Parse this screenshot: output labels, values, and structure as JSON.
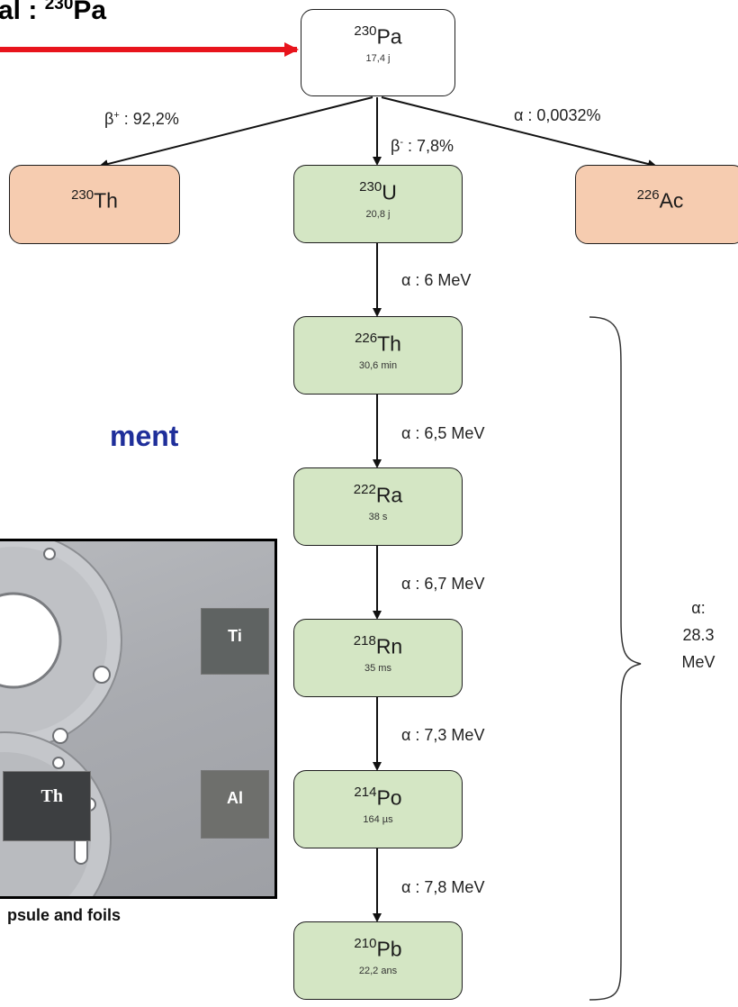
{
  "headings": {
    "top_prefix": "al : ",
    "top_sup": "230",
    "top_element": "Pa",
    "section": "ment"
  },
  "nodes": {
    "pa230": {
      "mass": "230",
      "element": "Pa",
      "half_life": "17,4 j"
    },
    "th230": {
      "mass": "230",
      "element": "Th"
    },
    "u230": {
      "mass": "230",
      "element": "U",
      "half_life": "20,8 j"
    },
    "ac226": {
      "mass": "226",
      "element": "Ac"
    },
    "th226": {
      "mass": "226",
      "element": "Th",
      "half_life": "30,6 min"
    },
    "ra222": {
      "mass": "222",
      "element": "Ra",
      "half_life": "38 s"
    },
    "rn218": {
      "mass": "218",
      "element": "Rn",
      "half_life": "35 ms"
    },
    "po214": {
      "mass": "214",
      "element": "Po",
      "half_life": "164 µs"
    },
    "pb210": {
      "mass": "210",
      "element": "Pb",
      "half_life": "22,2 ans"
    }
  },
  "labels": {
    "beta_plus_symbol": "β",
    "beta_plus_sup": "+",
    "beta_plus_value": " : 92,2%",
    "beta_minus_symbol": "β",
    "beta_minus_sup": "-",
    "beta_minus_value": " : 7,8%",
    "alpha_ac": "α : 0,0032%",
    "alpha_u_th": "α : 6 MeV",
    "alpha_th_ra": "α : 6,5 MeV",
    "alpha_ra_rn": "α : 6,7 MeV",
    "alpha_rn_po": "α : 7,3 MeV",
    "alpha_po_pb": "α : 7,8 MeV"
  },
  "summary": {
    "line1": "α:",
    "line2": "28.3",
    "line3": "MeV"
  },
  "photo": {
    "foil_ti": "Ti",
    "foil_al": "Al",
    "foil_th": "Th",
    "caption": "psule and foils"
  },
  "colors": {
    "arrow_red": "#e8141c",
    "node_green": "#d4e6c4",
    "node_orange": "#f6ccb0",
    "heading_blue": "#1f2f9a"
  }
}
